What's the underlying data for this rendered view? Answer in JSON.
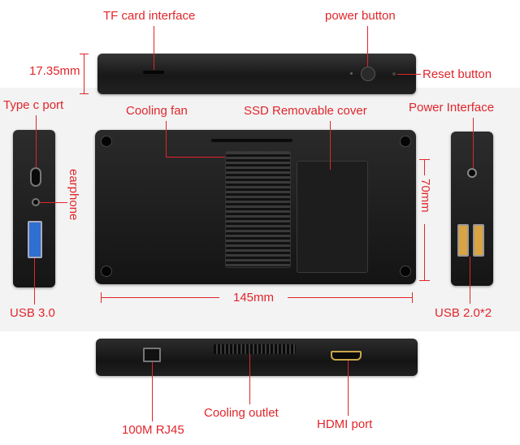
{
  "labels": {
    "tf_card": "TF card interface",
    "power_button": "power button",
    "height_dim": "17.35mm",
    "reset_button": "Reset button",
    "type_c": "Type c port",
    "cooling_fan": "Cooling fan",
    "ssd_cover": "SSD Removable cover",
    "power_interface": "Power Interface",
    "earphone": "earphone",
    "depth_dim": "70mm",
    "width_dim": "145mm",
    "usb3": "USB 3.0",
    "usb2": "USB 2.0*2",
    "rj45": "100M RJ45",
    "cooling_outlet": "Cooling outlet",
    "hdmi": "HDMI port"
  },
  "colors": {
    "annotation": "#e0262b",
    "device": "#1c1c1c",
    "usb3_port": "#2f6fd1",
    "usb2_port": "#d9a441",
    "hdmi_port": "#c9a64a"
  }
}
